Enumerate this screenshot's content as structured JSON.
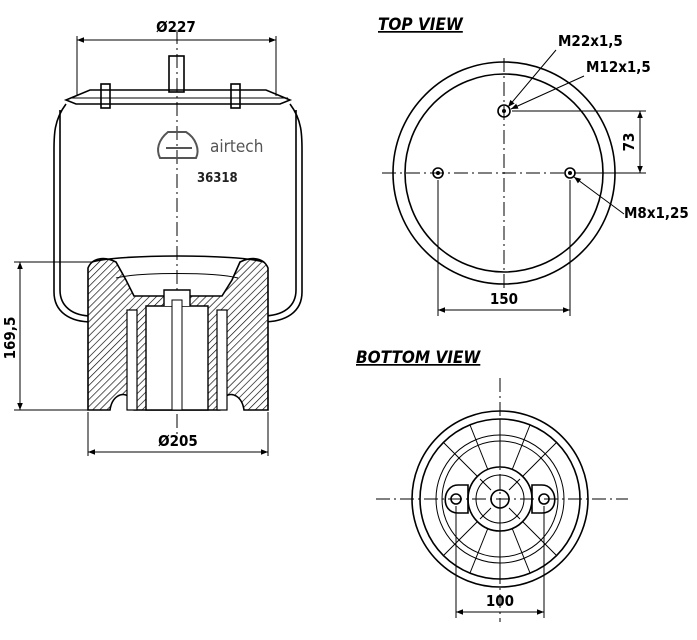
{
  "side_view": {
    "dim_top": "Ø227",
    "dim_bottom": "Ø205",
    "dim_height": "169,5",
    "brand_text": "airtech",
    "brand_icon": "airtech-logo-icon",
    "part_number": "36318"
  },
  "top_view": {
    "title": "TOP VIEW",
    "callout_m22": "M22x1,5",
    "callout_m12": "M12x1,5",
    "callout_m8": "M8x1,25",
    "dim_offset": "73",
    "dim_spacing": "150"
  },
  "bottom_view": {
    "title": "BOTTOM VIEW",
    "dim_spacing": "100"
  }
}
